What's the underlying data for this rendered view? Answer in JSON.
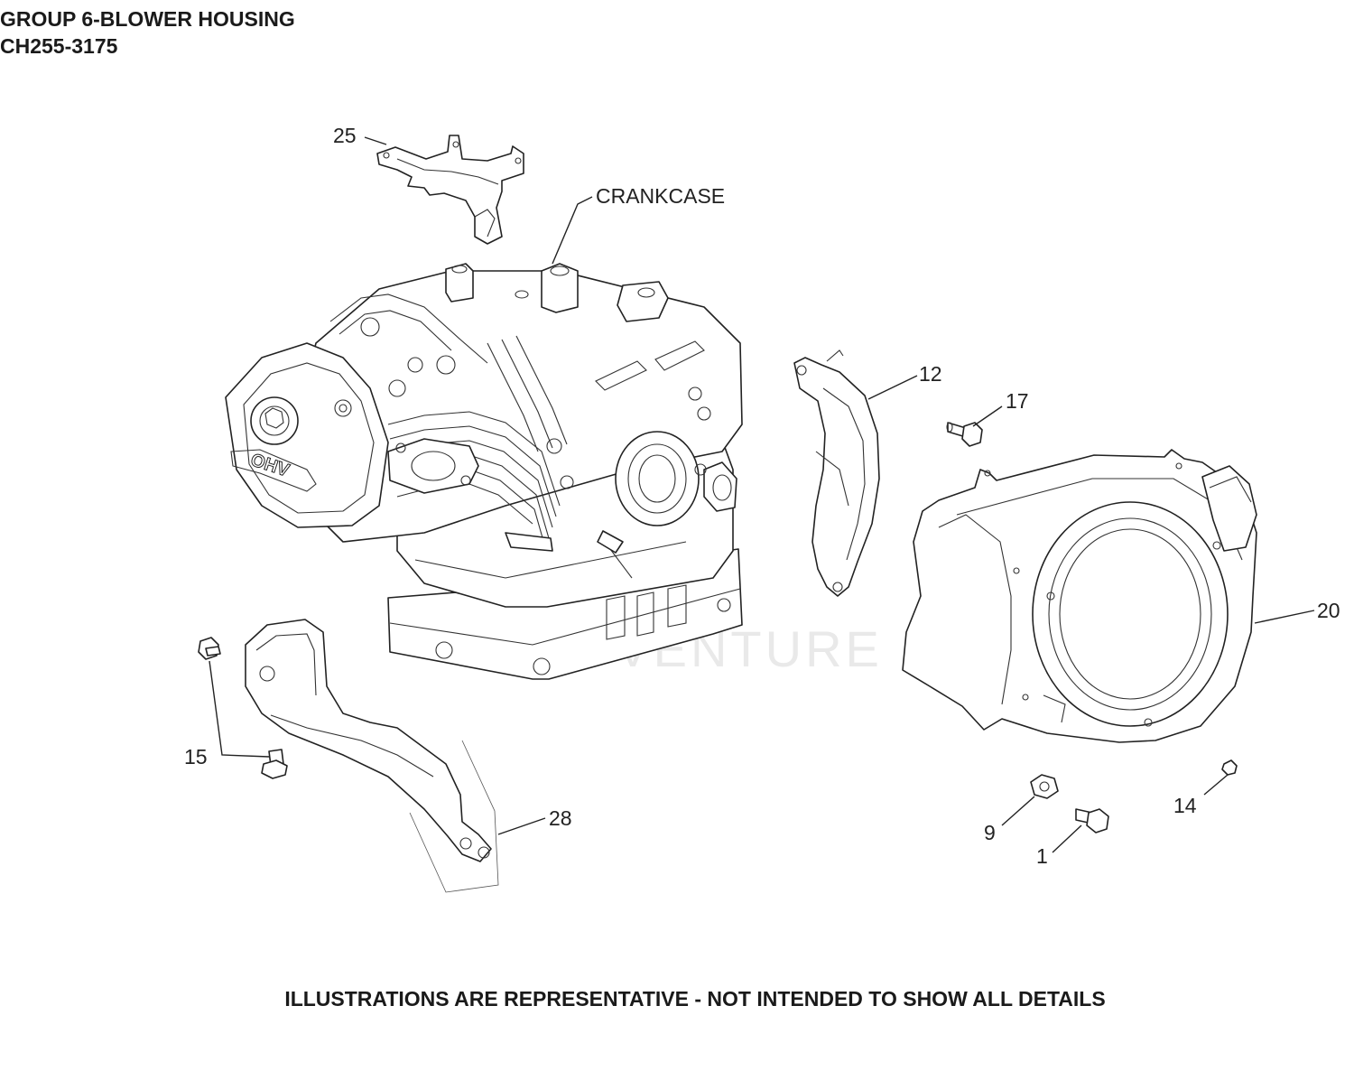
{
  "header": {
    "group_title": "GROUP 6-BLOWER HOUSING",
    "model": "CH255-3175"
  },
  "footer": {
    "note": "ILLUSTRATIONS ARE REPRESENTATIVE - NOT INTENDED TO SHOW ALL DETAILS"
  },
  "watermark": {
    "text": "LEADVENTURE"
  },
  "engine": {
    "label": "CRANKCASE",
    "valve_cover_text": "OHV"
  },
  "callouts": {
    "c25": "25",
    "c12": "12",
    "c17": "17",
    "c20": "20",
    "c15": "15",
    "c28": "28",
    "c9": "9",
    "c1": "1",
    "c14": "14"
  }
}
